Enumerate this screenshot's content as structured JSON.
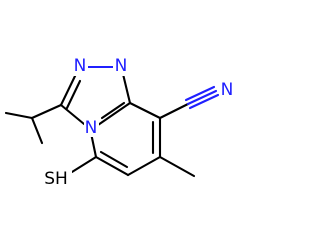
{
  "molecule": {
    "labels": {
      "n_top_left": "N",
      "n_top_right": "N",
      "n_bridge": "N",
      "n_nitrile": "N",
      "sh": "SH"
    },
    "colors": {
      "bond": "#000000",
      "nitrogen": "#2020ff",
      "sulfur": "#000000",
      "background": "#ffffff"
    }
  }
}
